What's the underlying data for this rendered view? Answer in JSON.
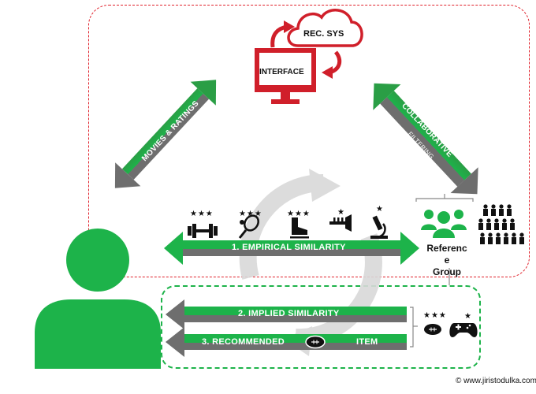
{
  "system": {
    "rec_sys_label": "REC. SYS",
    "interface_label": "INTERFACE"
  },
  "arrows": {
    "movies_ratings": "MOVIES & RATINGS",
    "collaborative": "COLLABORATIVE",
    "filtering": "FILTERING",
    "empirical_similarity": "1. EMPIRICAL SIMILARITY",
    "implied_similarity": "2. IMPLIED SIMILARITY",
    "recommended": "3. RECOMMENDED",
    "item": "ITEM"
  },
  "reference_group": {
    "label_line1": "Referenc",
    "label_line2": "e",
    "label_line3": "Group"
  },
  "items": [
    {
      "icon": "dumbbell-icon",
      "stars": "★★★"
    },
    {
      "icon": "tennis-racket-icon",
      "stars": "★★★"
    },
    {
      "icon": "ice-skate-icon",
      "stars": "★★★"
    },
    {
      "icon": "trumpet-icon",
      "stars": "★"
    },
    {
      "icon": "microscope-icon",
      "stars": "★"
    }
  ],
  "implied_items": [
    {
      "icon": "football-icon",
      "stars": "★★★"
    },
    {
      "icon": "gamepad-icon",
      "stars": "★"
    }
  ],
  "copyright": "© www.jiristodulka.com",
  "colors": {
    "green": "#1db34a",
    "red": "#d01f2a",
    "gray": "#7a7a7a",
    "light_gray": "#d9d9d9"
  }
}
